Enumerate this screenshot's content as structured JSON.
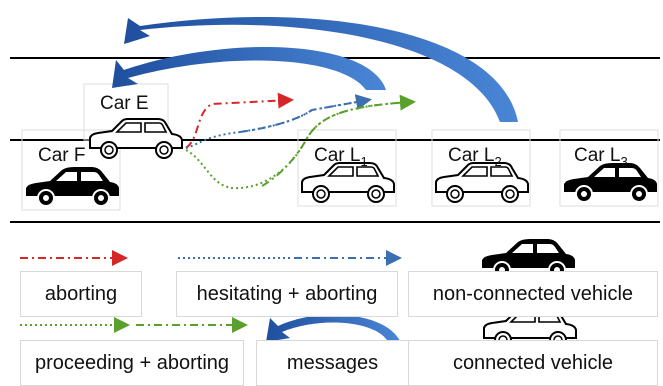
{
  "cars": {
    "e": {
      "label": "Car E"
    },
    "f": {
      "label": "Car F"
    },
    "l1": {
      "label": "Car L",
      "sub": "1"
    },
    "l2": {
      "label": "Car L",
      "sub": "2"
    },
    "l3": {
      "label": "Car L",
      "sub": "3"
    }
  },
  "legend": {
    "aborting": "aborting",
    "hesitating": "hesitating + aborting",
    "non_connected": "non-connected vehicle",
    "proceeding": "proceeding + aborting",
    "messages": "messages",
    "connected": "connected vehicle"
  },
  "colors": {
    "aborting": "#d62728",
    "hesitating": "#3b6fb0",
    "proceeding": "#5aa02c",
    "messages": "#2f63b8",
    "car_connected_fill": "#ffffff",
    "car_nonconnected_fill": "#000000",
    "road_line": "#000000"
  }
}
